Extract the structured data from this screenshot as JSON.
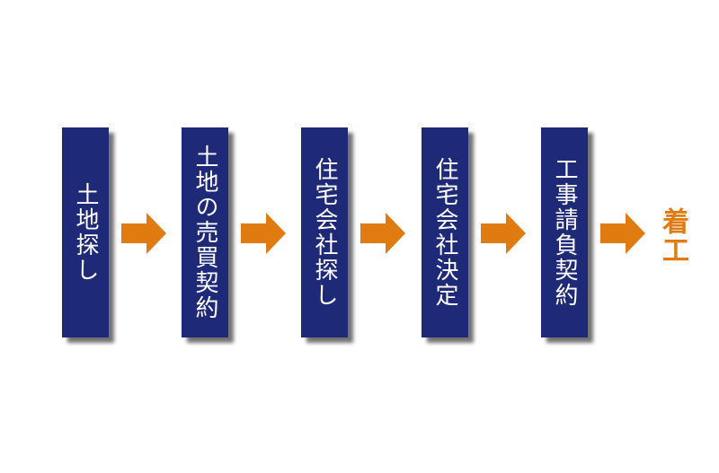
{
  "steps": [
    {
      "label": "土地探し"
    },
    {
      "label": "土地の売買契約"
    },
    {
      "label": "住宅会社探し"
    },
    {
      "label": "住宅会社決定"
    },
    {
      "label": "工事請負契約"
    }
  ],
  "final": {
    "label": "着工"
  },
  "colors": {
    "step_fill": "#1e2a78",
    "arrow": "#e07b11",
    "final_text": "#e07b11",
    "text": "#ffffff"
  },
  "icons": {
    "arrow": "right-arrow-icon"
  }
}
